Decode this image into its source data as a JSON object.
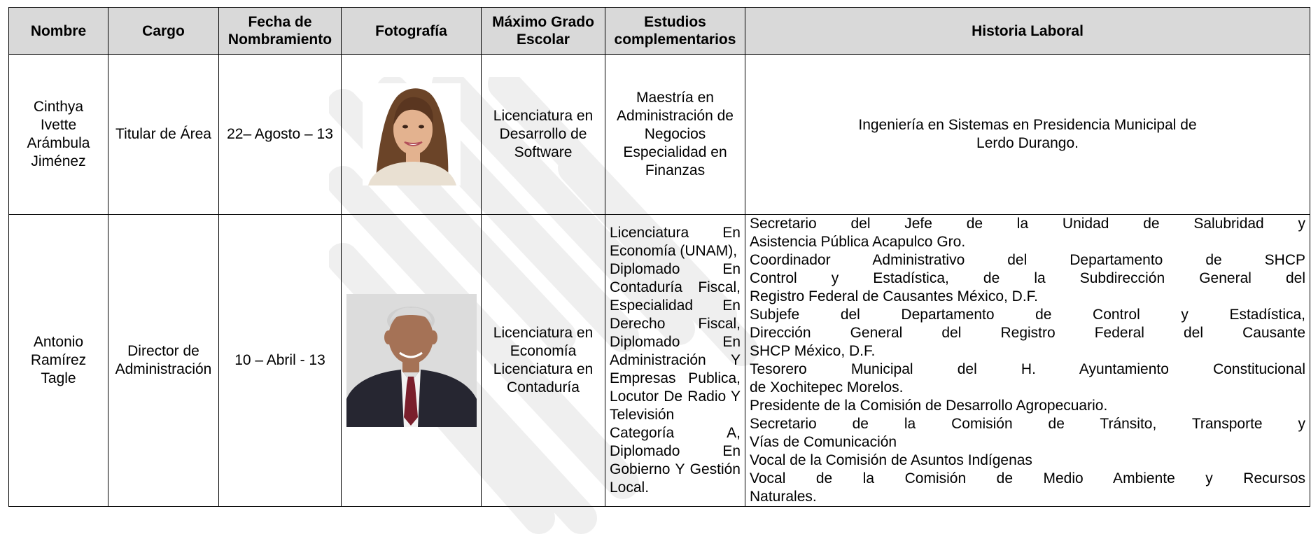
{
  "headers": {
    "nombre": "Nombre",
    "cargo": "Cargo",
    "fecha_l1": "Fecha de",
    "fecha_l2": "Nombramiento",
    "fotografia": "Fotografía",
    "grado_l1": "Máximo Grado",
    "grado_l2": "Escolar",
    "estudios_l1": "Estudios",
    "estudios_l2": "complementarios",
    "historia": "Historia Laboral"
  },
  "rows": [
    {
      "nombre_lines": [
        "Cinthya",
        "Ivette",
        "Arámbula",
        "Jiménez"
      ],
      "cargo_lines": [
        "Titular de Área"
      ],
      "fecha": "22– Agosto – 13",
      "grado_lines": [
        "Licenciatura en",
        "Desarrollo de",
        "Software"
      ],
      "estudios_lines": [
        "Maestría en",
        "Administración de",
        "Negocios",
        "Especialidad en",
        "Finanzas"
      ],
      "historia_lines": [
        "Ingeniería en Sistemas en Presidencia Municipal de",
        "Lerdo Durango."
      ]
    },
    {
      "nombre_lines": [
        "Antonio",
        "Ramírez",
        "Tagle"
      ],
      "cargo_lines": [
        "Director de",
        "Administración"
      ],
      "fecha": "10 – Abril - 13",
      "grado_lines": [
        "Licenciatura en",
        "Economía",
        "Licenciatura en",
        "Contaduría"
      ],
      "estudios_lines": [
        "Licenciatura En",
        "Economía (UNAM),",
        "Diplomado En",
        "Contaduría Fiscal,",
        "Especialidad En",
        "Derecho Fiscal,",
        "Diplomado En",
        "Administración Y",
        "Empresas Publica,",
        "Locutor De Radio Y",
        "Televisión",
        "Categoría A,",
        "Diplomado En",
        "Gobierno Y Gestión",
        "Local."
      ],
      "historia_lines": [
        "Secretario del Jefe de la Unidad de Salubridad y",
        "Asistencia Pública Acapulco Gro.",
        "Coordinador Administrativo del Departamento de SHCP",
        "Control y Estadística, de la Subdirección General del",
        "Registro Federal de Causantes México, D.F.",
        "Subjefe del Departamento de Control y Estadística,",
        "Dirección General del Registro Federal del Causante",
        "SHCP México, D.F.",
        "Tesorero Municipal del H. Ayuntamiento Constitucional",
        "de Xochitepec Morelos.",
        "Presidente de la Comisión de Desarrollo Agropecuario.",
        "Secretario de la Comisión de Tránsito, Transporte y",
        "Vías de Comunicación",
        "Vocal de la Comisión de Asuntos Indígenas",
        "Vocal de la Comisión de Medio Ambiente y Recursos",
        "Naturales."
      ]
    }
  ],
  "colors": {
    "header_bg": "#d9d9d9",
    "border": "#000000",
    "watermark": "#eeeeee"
  }
}
